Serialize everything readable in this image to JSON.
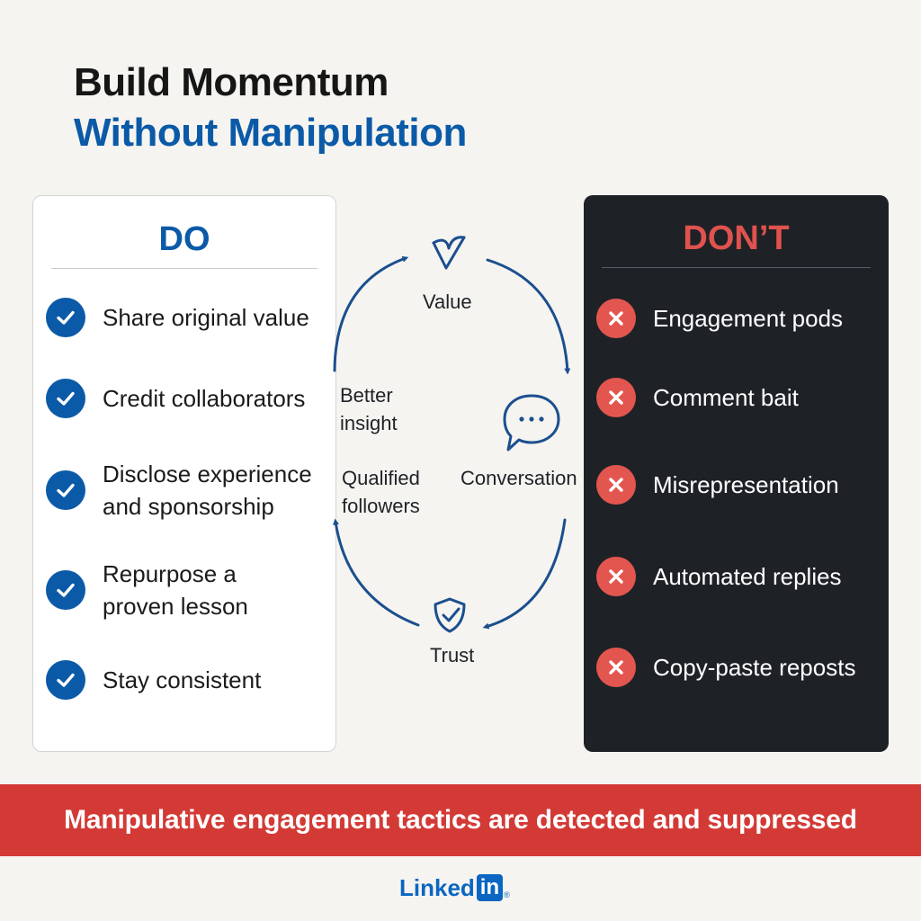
{
  "title": {
    "line1": "Build Momentum",
    "line2": "Without Manipulation"
  },
  "do_panel": {
    "heading": "DO",
    "items": [
      {
        "text": "Share original value",
        "icon": "check-icon"
      },
      {
        "text": "Credit collaborators",
        "icon": "check-icon"
      },
      {
        "text": "Disclose experience\nand sponsorship",
        "icon": "check-icon"
      },
      {
        "text": "Repurpose a\nproven lesson",
        "icon": "check-icon"
      },
      {
        "text": "Stay consistent",
        "icon": "check-icon"
      }
    ]
  },
  "dont_panel": {
    "heading": "DON’T",
    "items": [
      {
        "text": "Engagement pods",
        "icon": "x-icon"
      },
      {
        "text": "Comment bait",
        "icon": "x-icon"
      },
      {
        "text": "Misrepresentation",
        "icon": "x-icon"
      },
      {
        "text": "Automated replies",
        "icon": "x-icon"
      },
      {
        "text": "Copy-paste reposts",
        "icon": "x-icon"
      }
    ]
  },
  "cycle": {
    "value": "Value",
    "conversation": "Conversation",
    "trust": "Trust",
    "better_insight": "Better\ninsight",
    "qualified_followers": "Qualified\nfollowers",
    "icons": [
      "heart-check-icon",
      "chat-bubble-icon",
      "shield-check-icon"
    ]
  },
  "banner": {
    "text": "Manipulative engagement tactics are detected and suppressed"
  },
  "logo": {
    "text_part": "Linked",
    "box_part": "in",
    "mark": "®"
  },
  "colors": {
    "brand_blue": "#0b5aa8",
    "dont_red": "#e3564f",
    "banner_red": "#d33a36",
    "dark_panel": "#1e2227",
    "background": "#f6f4f0"
  }
}
